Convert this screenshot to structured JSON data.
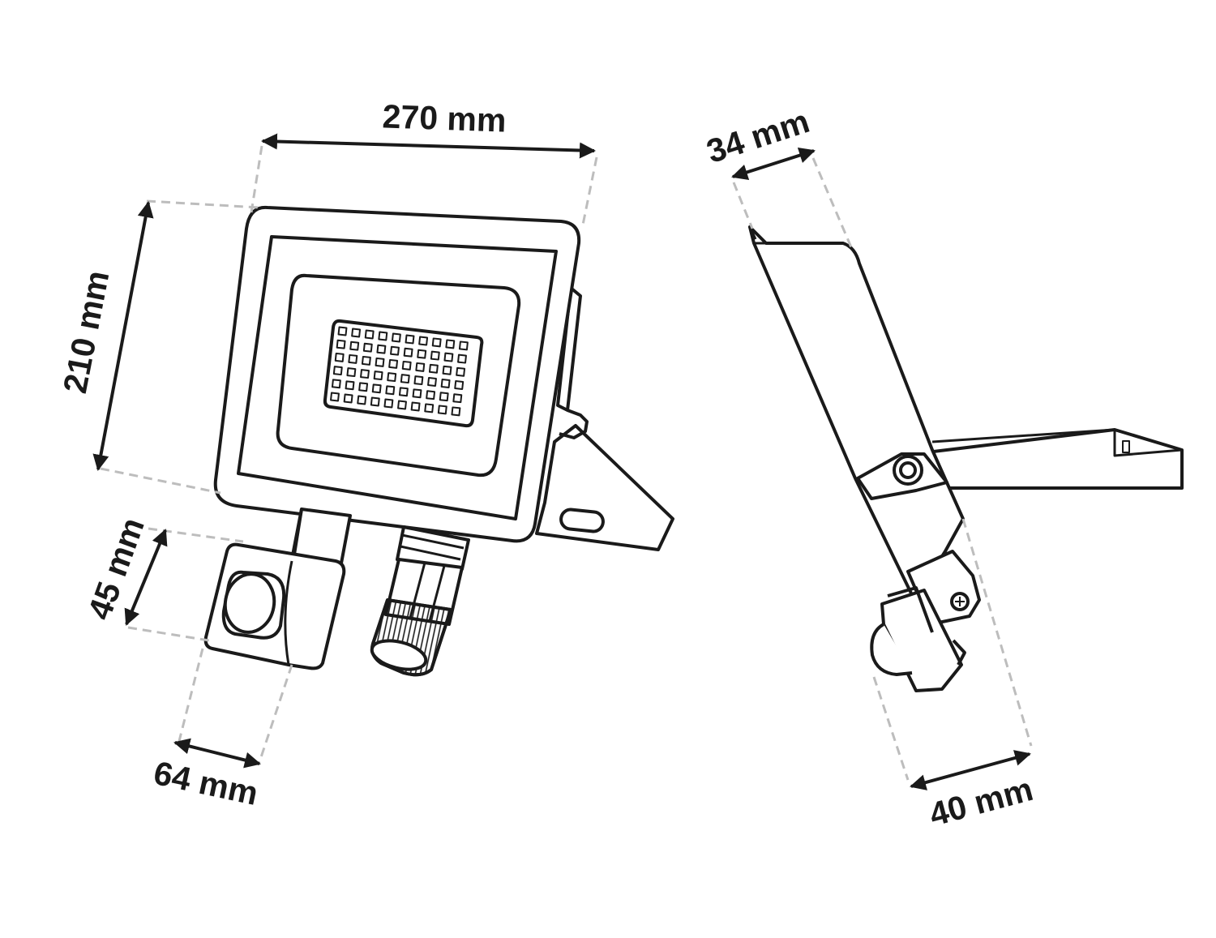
{
  "dimensions": {
    "width": "270 mm",
    "height": "210 mm",
    "sensor_height": "45 mm",
    "sensor_width": "64 mm",
    "depth": "34 mm",
    "total_depth": "40 mm"
  }
}
